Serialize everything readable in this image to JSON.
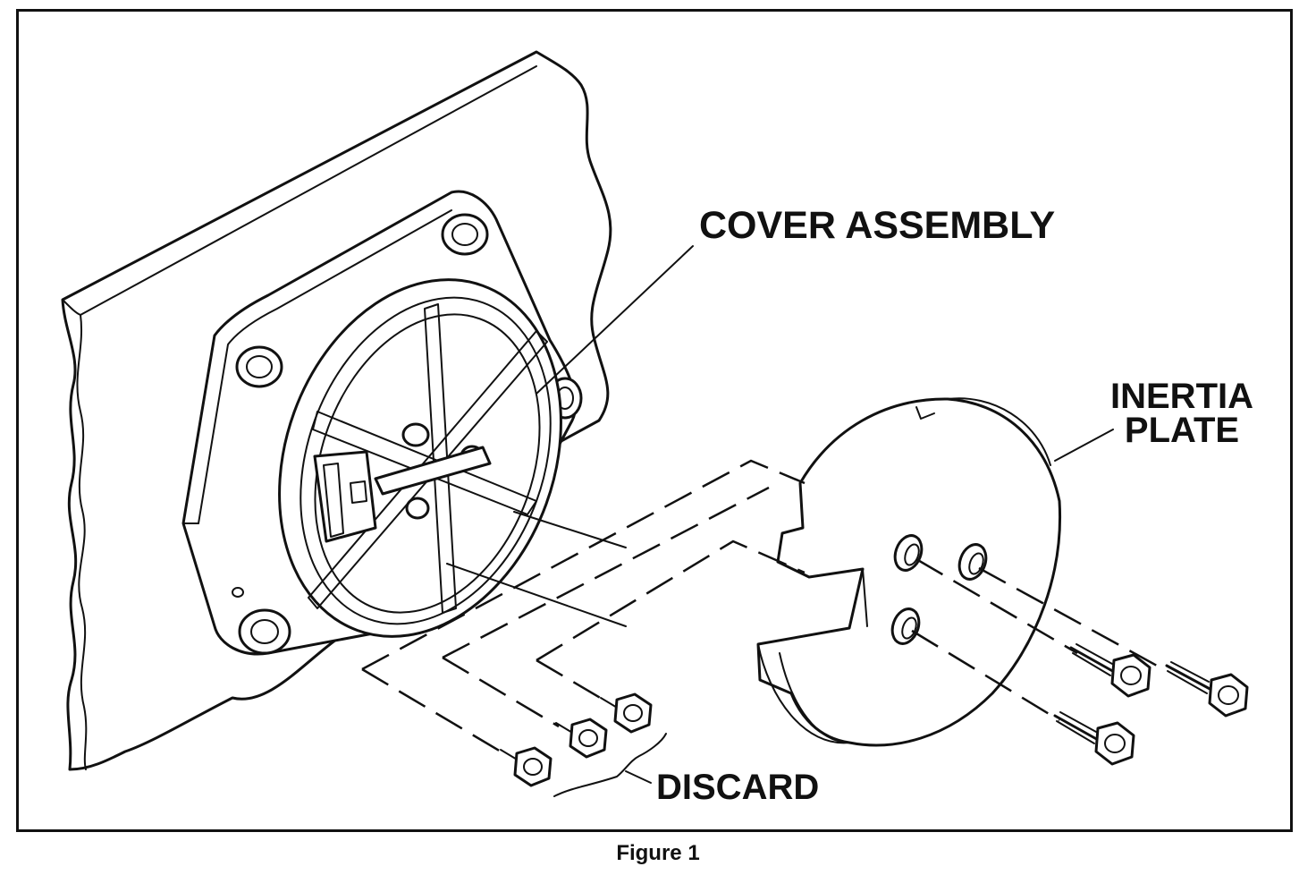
{
  "figure": {
    "labels": {
      "cover_assembly": "COVER ASSEMBLY",
      "inertia_line1": "INERTIA",
      "inertia_line2": "PLATE",
      "discard": "DISCARD"
    },
    "caption": "Figure 1"
  },
  "colors": {
    "ink": "#111111",
    "paper": "#ffffff"
  }
}
